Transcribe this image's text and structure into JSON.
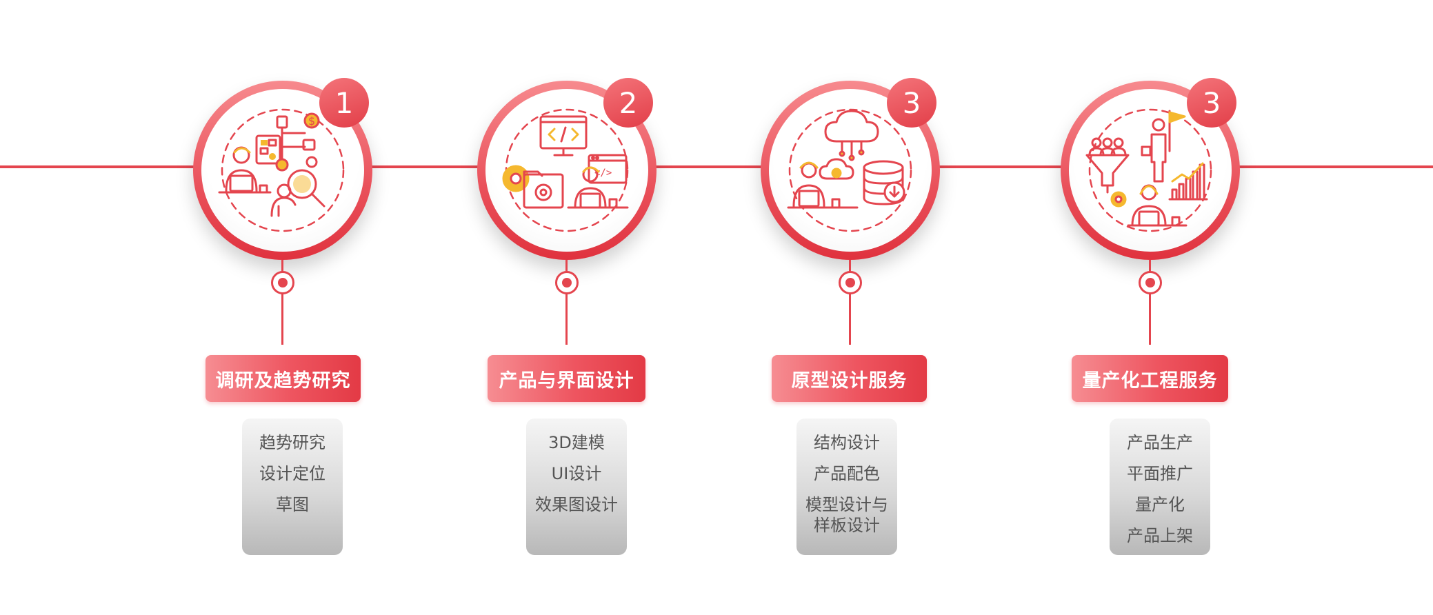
{
  "steps": [
    {
      "number": "1",
      "title": "调研及趋势研究",
      "items": [
        "趋势研究",
        "设计定位",
        "草图"
      ],
      "icon": "research-icon"
    },
    {
      "number": "2",
      "title": "产品与界面设计",
      "items": [
        "3D建模",
        "UI设计",
        "效果图设计"
      ],
      "icon": "ui-design-icon"
    },
    {
      "number": "3",
      "title": "原型设计服务",
      "items": [
        "结构设计",
        "产品配色",
        "模型设计与",
        "样板设计"
      ],
      "icon": "cloud-database-icon"
    },
    {
      "number": "3",
      "title": "量产化工程服务",
      "items": [
        "产品生产",
        "平面推广",
        "量产化",
        "产品上架"
      ],
      "icon": "production-funnel-icon"
    }
  ],
  "colors": {
    "accent": "#e4454e",
    "accent_light": "#f68d92",
    "box_gray": "#d9d9d9",
    "icon_yellow": "#f5b82e"
  }
}
